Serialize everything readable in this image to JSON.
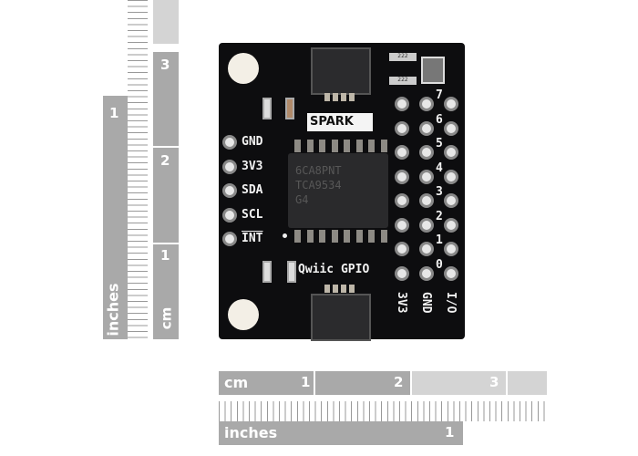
{
  "rulers": {
    "left_inches": {
      "label": "inches",
      "marks": [
        "1"
      ]
    },
    "left_cm": {
      "label": "cm",
      "marks": [
        "3",
        "2",
        "1"
      ]
    },
    "bottom_cm": {
      "label": "cm",
      "marks": [
        "1",
        "2",
        "3"
      ]
    },
    "bottom_inches": {
      "label": "inches",
      "marks": [
        "1"
      ]
    }
  },
  "board": {
    "logo": "SPARK",
    "title": "Qwiic GPIO",
    "left_pins": [
      "GND",
      "3V3",
      "SDA",
      "SCL",
      "INT"
    ],
    "io_numbers": [
      "7",
      "6",
      "5",
      "4",
      "3",
      "2",
      "1",
      "0"
    ],
    "column_labels": [
      "3V3",
      "GND",
      "I/O"
    ],
    "chip_lines": [
      "6CA8PNT",
      "TCA9534",
      "G4"
    ],
    "resistor_marks": [
      "222",
      "222"
    ]
  }
}
